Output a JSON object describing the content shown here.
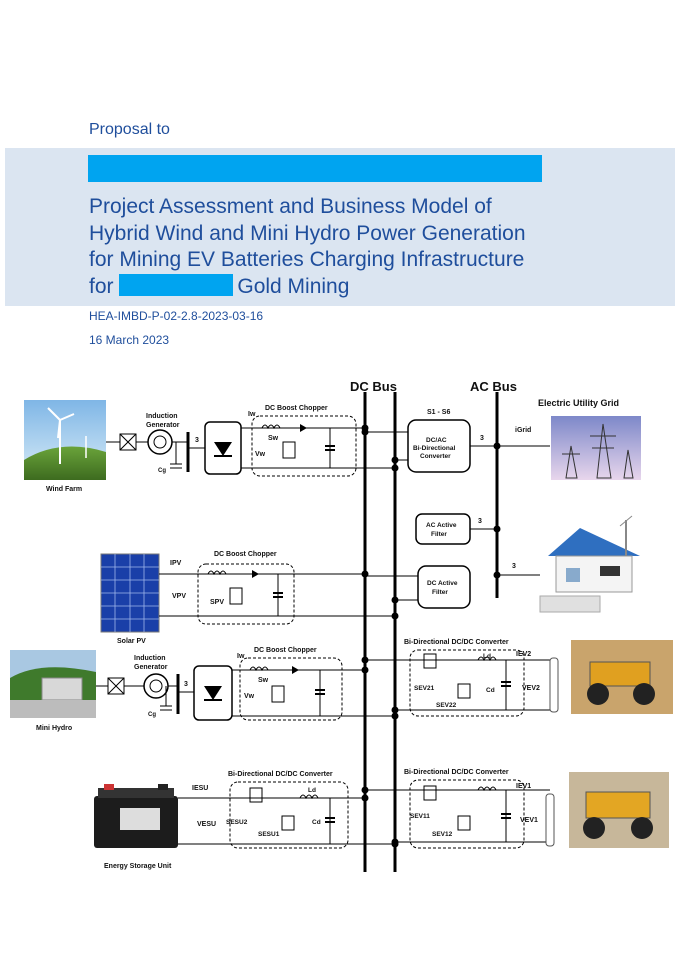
{
  "header": {
    "proposal_to": "Proposal to",
    "title_lines": [
      "Project Assessment and Business Model of",
      "Hybrid Wind and Mini Hydro Power Generation",
      "for Mining EV Batteries Charging Infrastructure"
    ],
    "title_last_prefix": "for",
    "title_last_suffix": "Gold Mining",
    "doc_id": "HEA-IMBD-P-02-2.8-2023-03-16",
    "date": "16 March 2023",
    "redaction_color": "#00a4f0",
    "title_color": "#1f4e9c",
    "band_color": "#dbe5f1"
  },
  "diagram": {
    "dc_bus": "DC Bus",
    "ac_bus": "AC Bus",
    "grid": "Electric Utility Grid",
    "wind_farm": "Wind Farm",
    "solar_pv": "Solar PV",
    "mini_hydro": "Mini Hydro",
    "energy_storage": "Energy Storage Unit",
    "induction_generator_1": "Induction",
    "induction_generator_2": "Generator",
    "dc_boost_chopper": "DC Boost Chopper",
    "bidir_dcdc": "Bi-Directional DC/DC Converter",
    "dcac_1": "DC/AC",
    "dcac_2": "Bi-Directional",
    "dcac_3": "Converter",
    "switches": "S1 - S6",
    "ac_filter_1": "AC Active",
    "ac_filter_2": "Filter",
    "dc_filter_1": "DC Active",
    "dc_filter_2": "Filter",
    "phase": "3",
    "i_grid": "iGrid",
    "i_pv": "IPV",
    "v_pv": "VPV",
    "s_pv": "SPV",
    "i_w": "Iw",
    "v_w": "Vw",
    "s_w": "Sw",
    "c_g": "Cg",
    "l_d": "Ld",
    "c_d": "Cd",
    "i_ev2": "IEV2",
    "v_ev2": "VEV2",
    "s_ev21": "SEV21",
    "s_ev22": "SEV22",
    "i_ev1": "IEV1",
    "v_ev1": "VEV1",
    "s_ev11": "SEV11",
    "s_ev12": "SEV12",
    "i_esu": "IESU",
    "v_esu": "VESU",
    "s_esu1": "SESU1",
    "s_esu2": "SESU2"
  }
}
